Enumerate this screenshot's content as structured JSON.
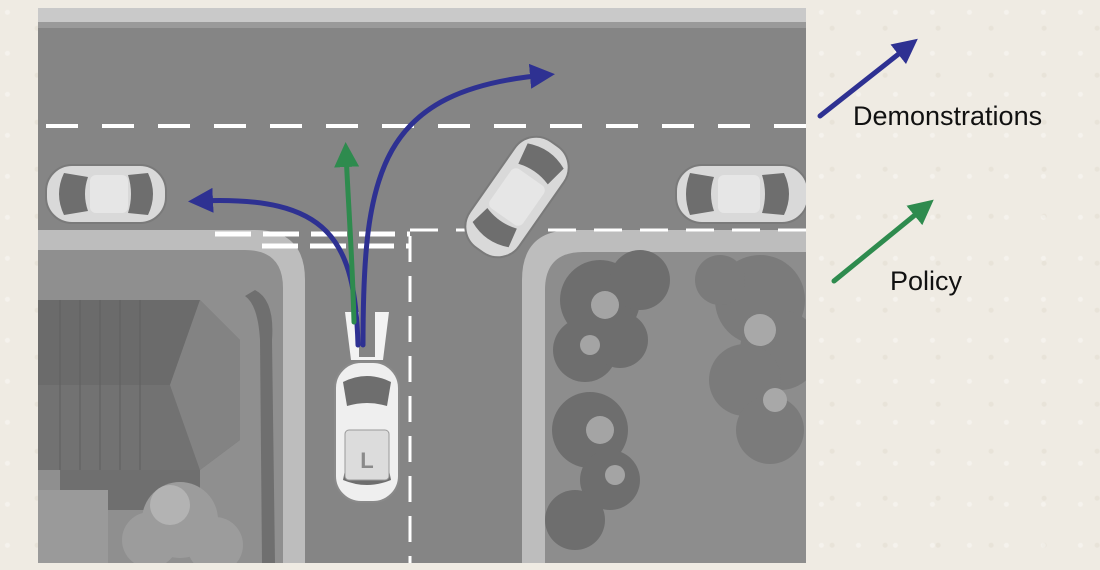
{
  "scene": {
    "learner_car_badge": "L"
  },
  "legend": {
    "demonstrations_label": "Demonstrations",
    "policy_label": "Policy",
    "demonstrations_color": "#2e3192",
    "policy_color": "#2e8b4e"
  }
}
